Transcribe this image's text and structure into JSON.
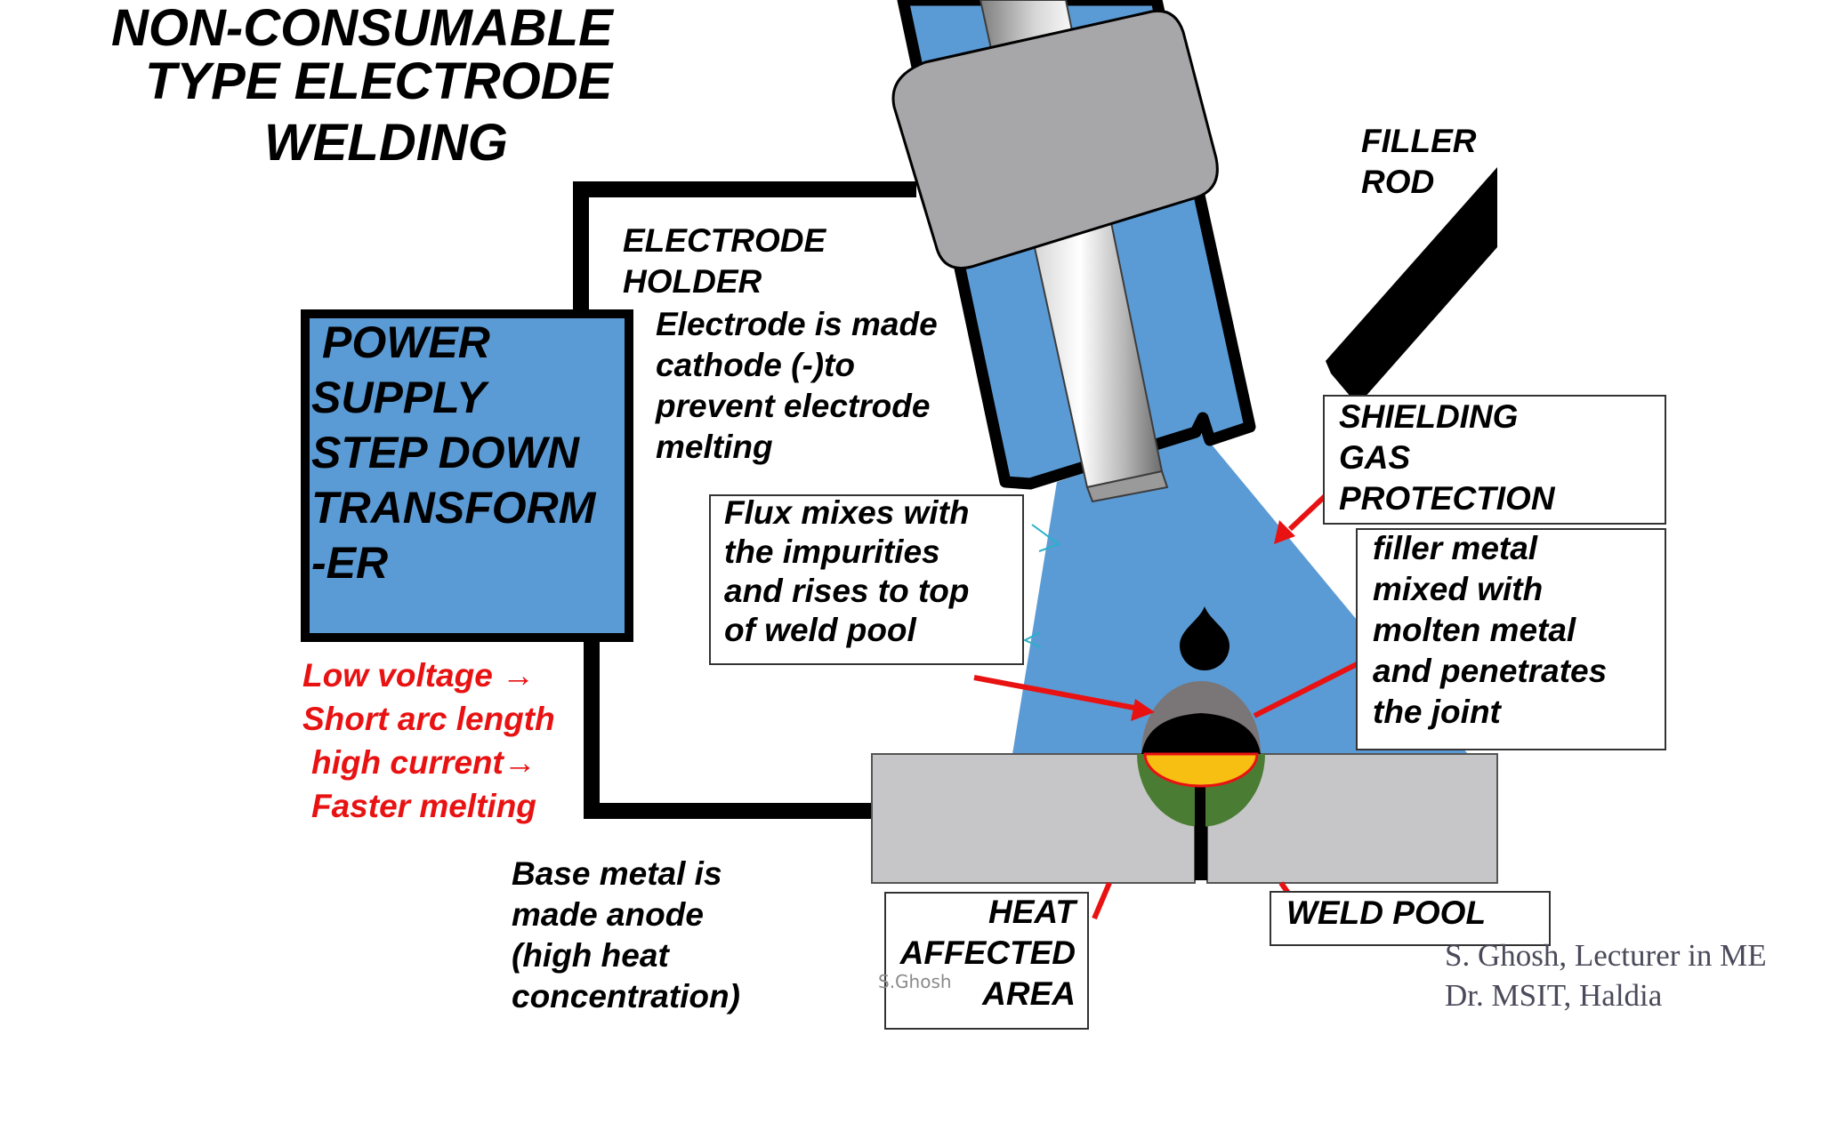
{
  "title": [
    "NON-CONSUMABLE",
    "TYPE  ELECTRODE",
    "WELDING"
  ],
  "power_supply": [
    "POWER",
    "SUPPLY",
    "STEP  DOWN",
    "TRANSFORM",
    "-ER"
  ],
  "red_notes": [
    "Low voltage →",
    "Short arc length",
    "high current→",
    "Faster melting"
  ],
  "electrode_holder": [
    "ELECTRODE",
    "HOLDER"
  ],
  "cathode_note": [
    "Electrode is made",
    "cathode (-)to",
    "prevent  electrode",
    "melting"
  ],
  "flux_note": [
    "Flux mixes with",
    "the impurities",
    "and rises to top",
    "of weld pool"
  ],
  "filler_rod": [
    "FILLER",
    "ROD"
  ],
  "shielding_gas": [
    "SHIELDING",
    "GAS",
    "PROTECTION"
  ],
  "filler_metal_note": [
    "filler metal",
    "mixed with",
    "molten metal",
    "and penetrates",
    "the joint"
  ],
  "base_metal_note": [
    "Base metal is",
    "made  anode",
    "(high heat",
    "concentration)"
  ],
  "haz": [
    "HEAT",
    "AFFECTED",
    "AREA"
  ],
  "weld_pool": "WELD POOL",
  "watermark": "S.Ghosh",
  "credit": [
    "S. Ghosh, Lecturer in ME",
    "Dr. MSIT, Haldia"
  ],
  "colors": {
    "holder_blue": "#5b9bd5",
    "shield_gas": "#5b9bd5",
    "body_gray": "#a7a7aa",
    "plate_gray": "#c6c6c8",
    "arrow_red": "#e81212",
    "weld_yellow": "#f7bf12",
    "haz_green": "#4a7d33",
    "slag_gray": "#7a7576"
  }
}
